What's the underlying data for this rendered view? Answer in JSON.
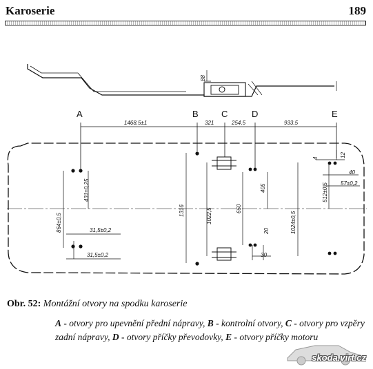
{
  "header": {
    "title": "Karoserie",
    "page_number": "189"
  },
  "figure": {
    "markers": {
      "A": "A",
      "B": "B",
      "C": "C",
      "D": "D",
      "E": "E"
    },
    "dimensions": {
      "ab": "1468,5±1",
      "bc": "321",
      "cd": "254,5",
      "de": "933,5",
      "top_88": "88",
      "a_v1": "431±0,25",
      "a_v2": "864±0,5",
      "a_h1": "31,5±0,2",
      "a_h2": "31,5±0,2",
      "b_v": "1316",
      "c_v": "1022,5",
      "d_v1": "650",
      "d_v2": "405",
      "d_v3": "20",
      "d_h": "30",
      "e_v1": "1024±0,5",
      "e_v2": "512±0,5",
      "e_h1": "12",
      "e_h2": "40",
      "e_h3": "57±0,2",
      "e_small": "4"
    }
  },
  "caption": {
    "label": "Obr. 52:",
    "title": "Montážní otvory na spodku karoserie",
    "items": [
      {
        "key": "A",
        "text": " - otvory pro upevnění přední nápravy, "
      },
      {
        "key": "B",
        "text": " - kontrolní otvory, "
      },
      {
        "key": "C",
        "text": " - otvory pro vzpěry zadní nápravy, "
      },
      {
        "key": "D",
        "text": " - otvory příčky převodovky, "
      },
      {
        "key": "E",
        "text": " - otvory příčky motoru"
      }
    ]
  },
  "watermark": {
    "text": "skoda.virt.cz"
  }
}
